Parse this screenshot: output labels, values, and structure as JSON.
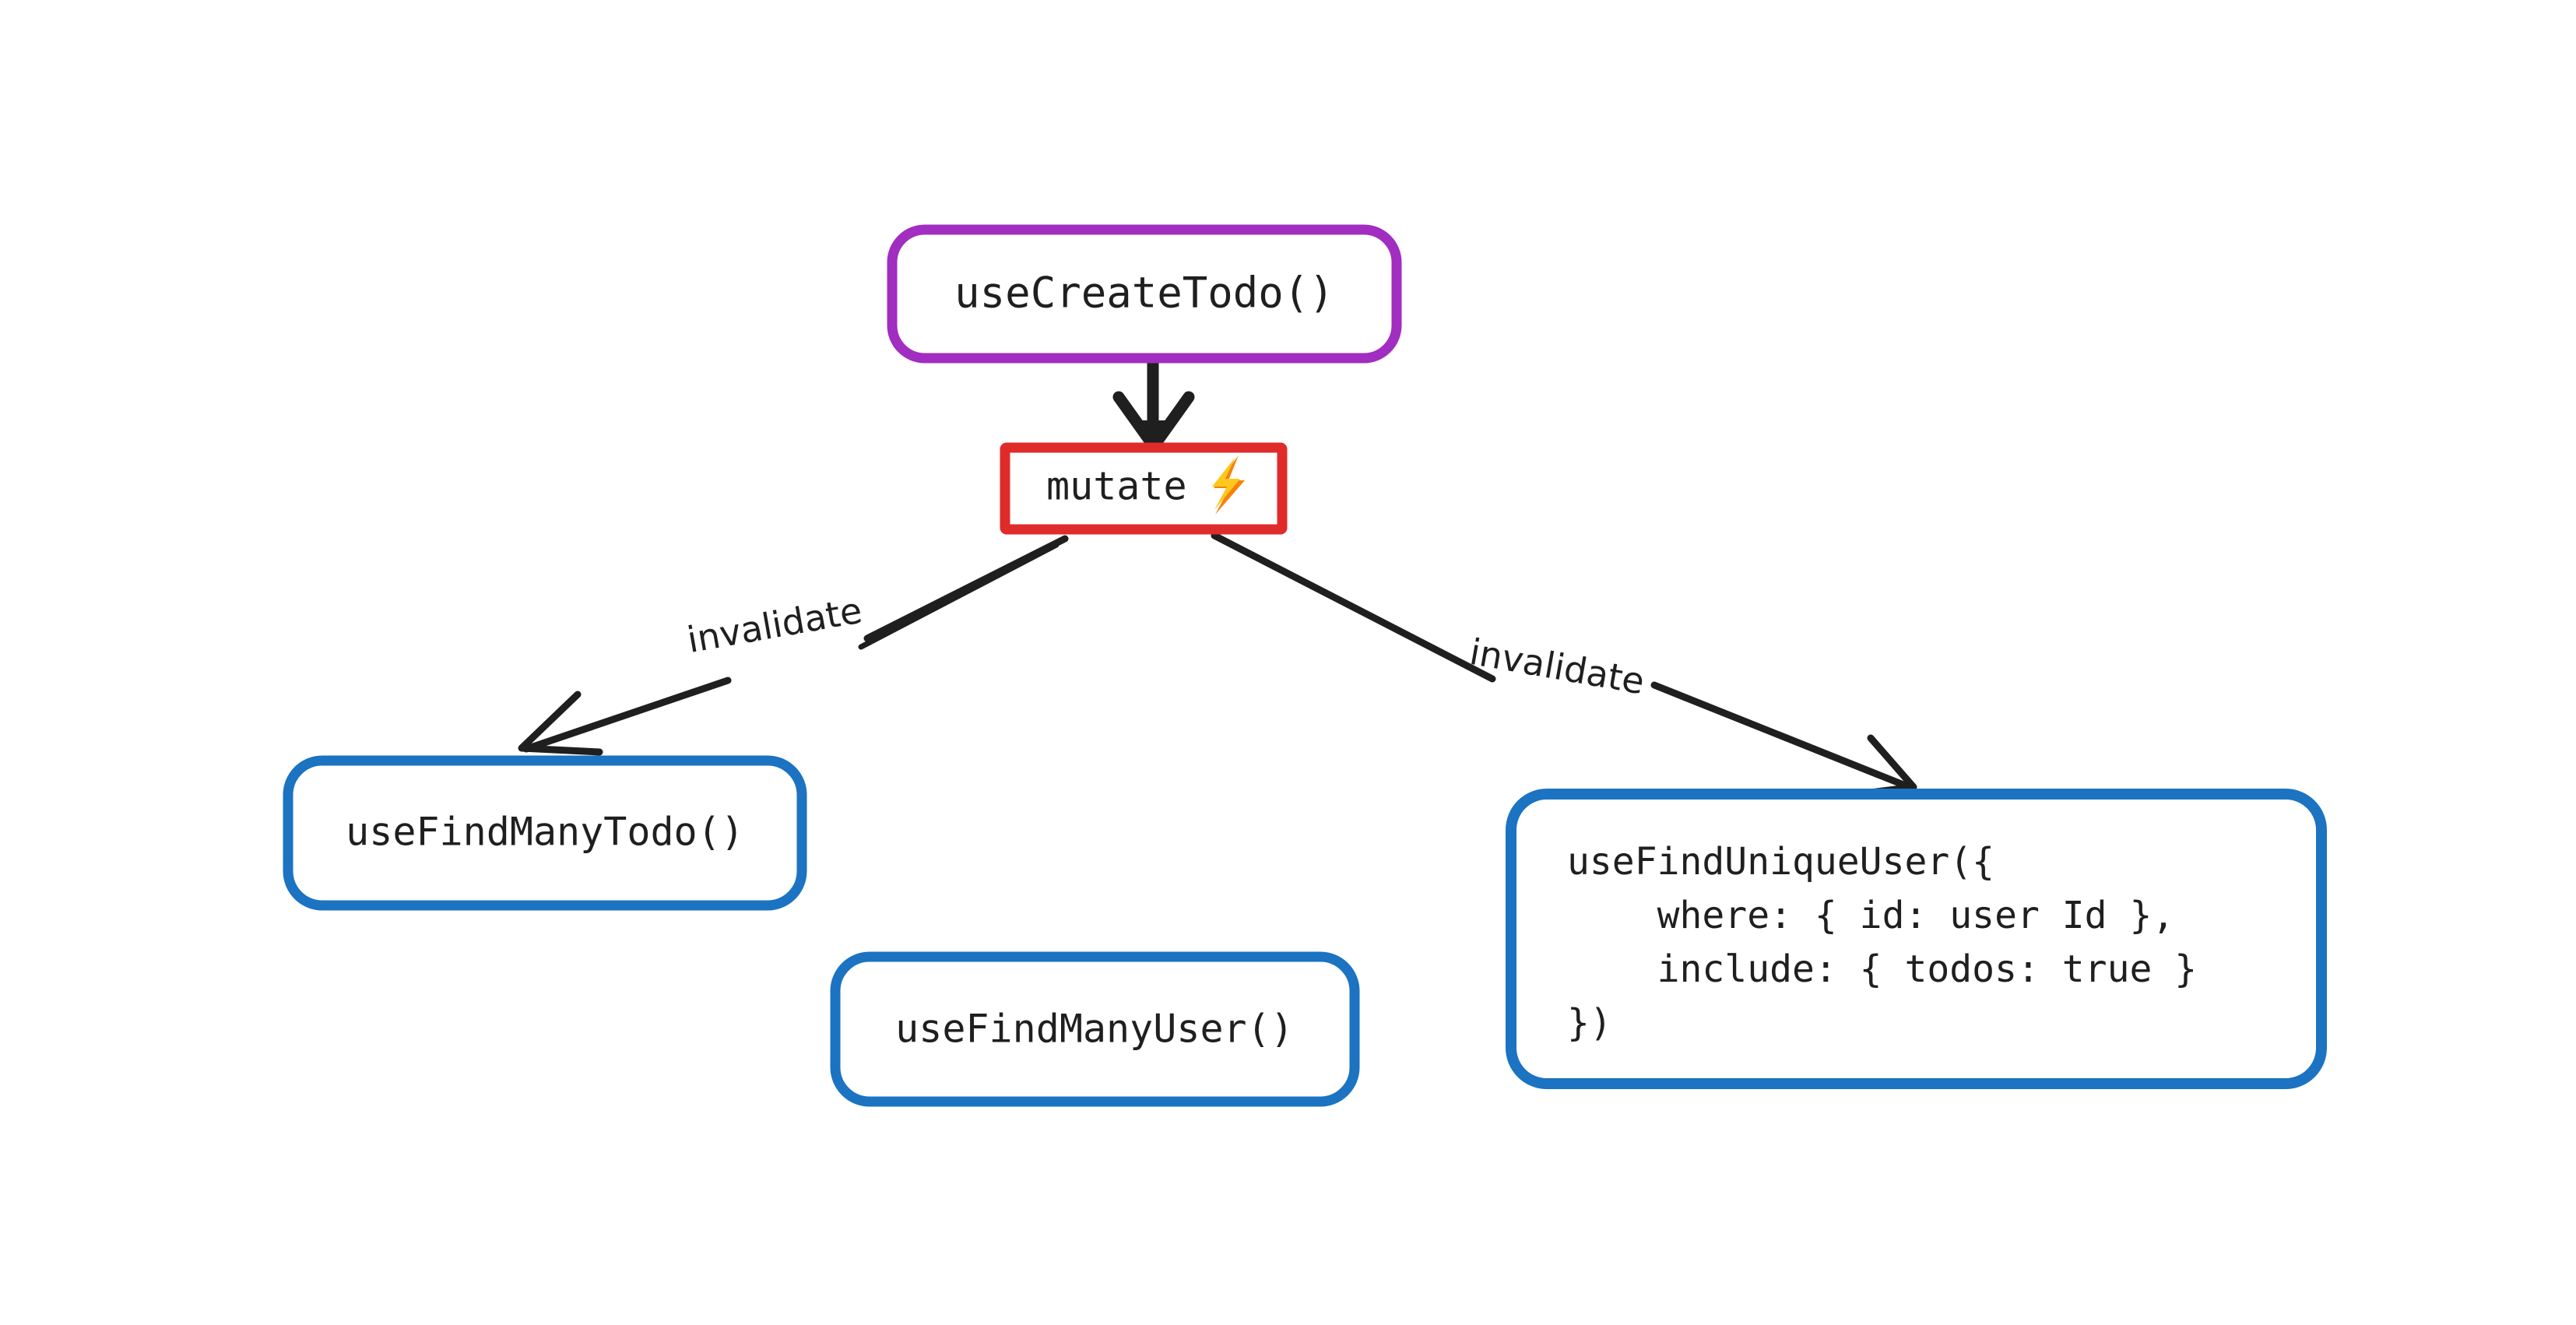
{
  "diagram": {
    "title": "useCreateTodo mutation invalidation flow",
    "background_color": "#ffffff",
    "colors": {
      "purple": "#A12DC1",
      "red": "#E02B2B",
      "blue": "#1B73C1",
      "ink": "#1f1f1f",
      "bolt_yellow": "#FFC61E",
      "bolt_orange": "#F5820B"
    },
    "nodes": {
      "create_todo": {
        "label": "useCreateTodo()",
        "shape": "rounded-rect",
        "border_color": "#A12DC1",
        "text_color": "#1f1f1f"
      },
      "mutate": {
        "label": "mutate",
        "icon": "lightning-bolt-emoji",
        "shape": "rect",
        "border_color": "#E02B2B",
        "text_color": "#E02B2B"
      },
      "find_many_todo": {
        "label": "useFindManyTodo()",
        "shape": "rounded-rect",
        "border_color": "#1B73C1",
        "text_color": "#1f1f1f"
      },
      "find_many_user": {
        "label": "useFindManyUser()",
        "shape": "rounded-rect",
        "border_color": "#1B73C1",
        "text_color": "#1f1f1f"
      },
      "find_unique_user": {
        "shape": "rounded-rect",
        "border_color": "#1B73C1",
        "text_color": "#1f1f1f",
        "lines": [
          "useFindUniqueUser({",
          "    where: { id: user Id },",
          "    include: { todos: true }",
          "})"
        ]
      }
    },
    "edges": [
      {
        "id": "create-to-mutate",
        "from": "create_todo",
        "to": "mutate",
        "label": "",
        "style": "solid-arrow"
      },
      {
        "id": "mutate-to-find-many-todo",
        "from": "mutate",
        "to": "find_many_todo",
        "label": "invalidate",
        "style": "solid-arrow"
      },
      {
        "id": "mutate-to-find-unique-user",
        "from": "mutate",
        "to": "find_unique_user",
        "label": "invalidate",
        "style": "solid-arrow"
      }
    ]
  }
}
